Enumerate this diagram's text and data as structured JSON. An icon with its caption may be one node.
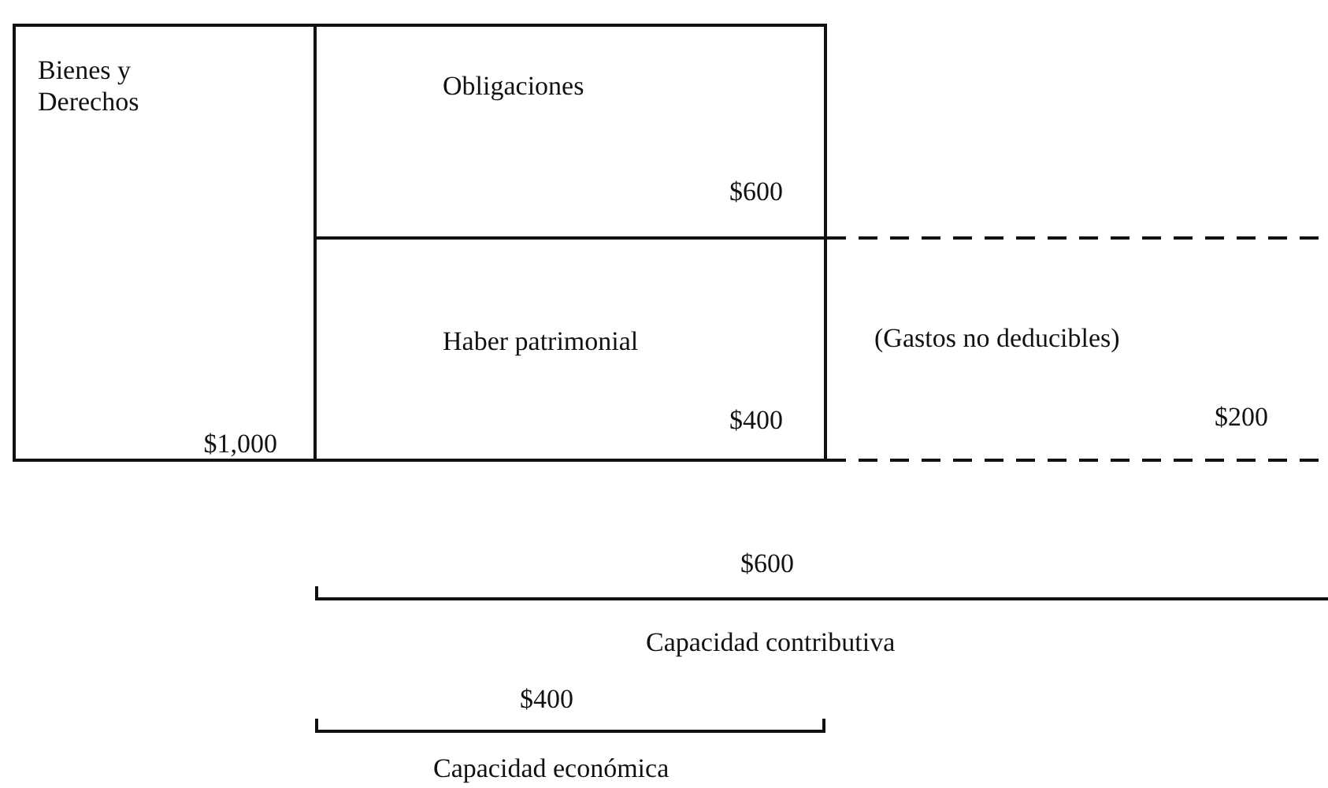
{
  "diagram": {
    "nodes": [
      {
        "text": [
          "Bienes y Derechos",
          "$1,000"
        ]
      },
      {
        "text": [
          "Obligaciones",
          "$600"
        ]
      },
      {
        "text": [
          "Haber patrimonial",
          "$400"
        ]
      },
      {
        "text": [
          "(Gastos no deducibles)",
          "$200"
        ]
      }
    ],
    "labels": [
      "$600",
      "Capacidad contributiva",
      "$400",
      "Capacidad económica"
    ]
  }
}
